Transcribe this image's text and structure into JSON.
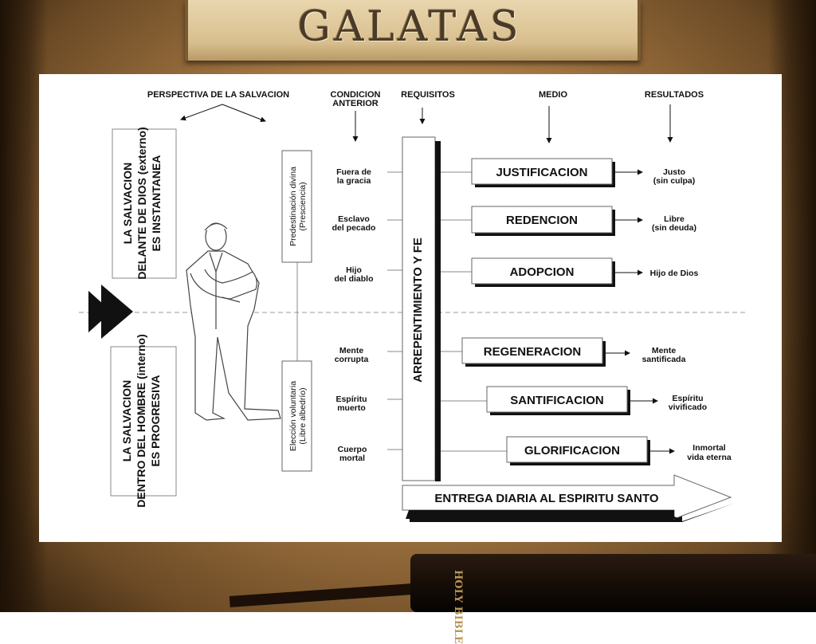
{
  "title": "GALATAS",
  "bible_spine": "HOLY BIBLE",
  "headers": {
    "perspectiva": "PERSPECTIVA DE LA SALVACION",
    "condicion_1": "CONDICION",
    "condicion_2": "ANTERIOR",
    "requisitos": "REQUISITOS",
    "medio": "MEDIO",
    "resultados": "RESULTADOS"
  },
  "salvation_external": [
    "LA SALVACION",
    "DELANTE DE DIOS (externo)",
    "ES INSTANTANEA"
  ],
  "salvation_internal": [
    "LA SALVACION",
    "DENTRO DEL HOMBRE (interno)",
    "ES PROGRESIVA"
  ],
  "predestination": [
    "Predestinación divina",
    "(Presciencia)"
  ],
  "election": [
    "Elección voluntaria",
    "(Libre albedrío)"
  ],
  "conditions": [
    [
      "Fuera de",
      "la gracia"
    ],
    [
      "Esclavo",
      "del pecado"
    ],
    [
      "Hijo",
      "del diablo"
    ],
    [
      "Mente",
      "corrupta"
    ],
    [
      "Espíritu",
      "muerto"
    ],
    [
      "Cuerpo",
      "mortal"
    ]
  ],
  "requirement": "ARREPENTIMIENTO Y FE",
  "means": [
    "JUSTIFICACION",
    "REDENCION",
    "ADOPCION",
    "REGENERACION",
    "SANTIFICACION",
    "GLORIFICACION"
  ],
  "results": [
    [
      "Justo",
      "(sin culpa)"
    ],
    [
      "Libre",
      "(sin deuda)"
    ],
    [
      "Hijo de Dios"
    ],
    [
      "Mente",
      "santificada"
    ],
    [
      "Espíritu",
      "vivificado"
    ],
    [
      "Inmortal",
      "vida eterna"
    ]
  ],
  "bottom_arrow": "ENTREGA DIARIA AL ESPIRITU SANTO",
  "colors": {
    "panel": "#ffffff",
    "ink": "#111111",
    "frame": "#a87a45"
  }
}
